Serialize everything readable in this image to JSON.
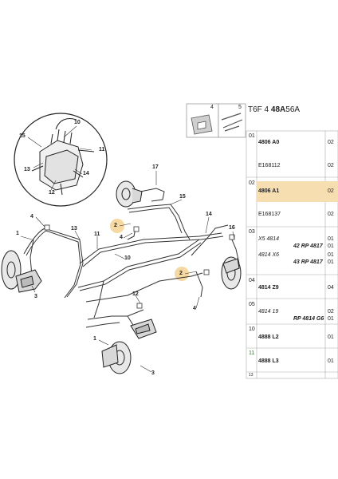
{
  "header": {
    "ref_prefix": "T6F 4",
    "ref_bold": "48A",
    "ref_suffix": "56A",
    "icon_box_left": "4",
    "icon_box_right": "5"
  },
  "callouts": {
    "c15a": "15",
    "c10a": "10",
    "c11a": "11",
    "c13a": "13",
    "c14a": "14",
    "c12a": "12",
    "c17": "17",
    "c15b": "15",
    "c2a": "2",
    "c4a": "4",
    "c14b": "14",
    "c16": "16",
    "c4b": "4",
    "c1a": "1",
    "c13b": "13",
    "c11b": "11",
    "c10b": "10",
    "c3a": "3",
    "c2b": "2",
    "c4c": "4",
    "c12b": "12",
    "c1b": "1",
    "c3b": "3"
  },
  "parts_table": {
    "rows": [
      {
        "idx": "01",
        "ref": "4806 A0",
        "qty": "02",
        "highlight": false
      },
      {
        "idx": "",
        "ref": "E168112",
        "qty": "02",
        "highlight": false
      },
      {
        "idx": "02",
        "ref": "4806 A1",
        "qty": "02",
        "highlight": true
      },
      {
        "idx": "",
        "ref": "E168137",
        "qty": "02",
        "highlight": false
      },
      {
        "idx": "03",
        "ref": "X5 4814",
        "qty": "01",
        "highlight": false
      },
      {
        "idx": "",
        "ref": "42 RP 4817",
        "qty": "01",
        "highlight": false
      },
      {
        "idx": "",
        "ref": "4814 X6",
        "qty": "01",
        "highlight": false
      },
      {
        "idx": "",
        "ref": "43 RP 4817",
        "qty": "01",
        "highlight": false
      },
      {
        "idx": "04",
        "ref": "4814 Z9",
        "qty": "04",
        "highlight": false
      },
      {
        "idx": "05",
        "ref": "4814 19",
        "qty": "02",
        "highlight": false
      },
      {
        "idx": "",
        "ref": "RP 4814 G6",
        "qty": "01",
        "highlight": false
      },
      {
        "idx": "10",
        "ref": "4888 L2",
        "qty": "01",
        "highlight": false
      },
      {
        "idx": "11",
        "ref": "4888 L3",
        "qty": "01",
        "highlight": false
      },
      {
        "idx": "13",
        "ref": "",
        "qty": "",
        "highlight": false
      }
    ]
  }
}
